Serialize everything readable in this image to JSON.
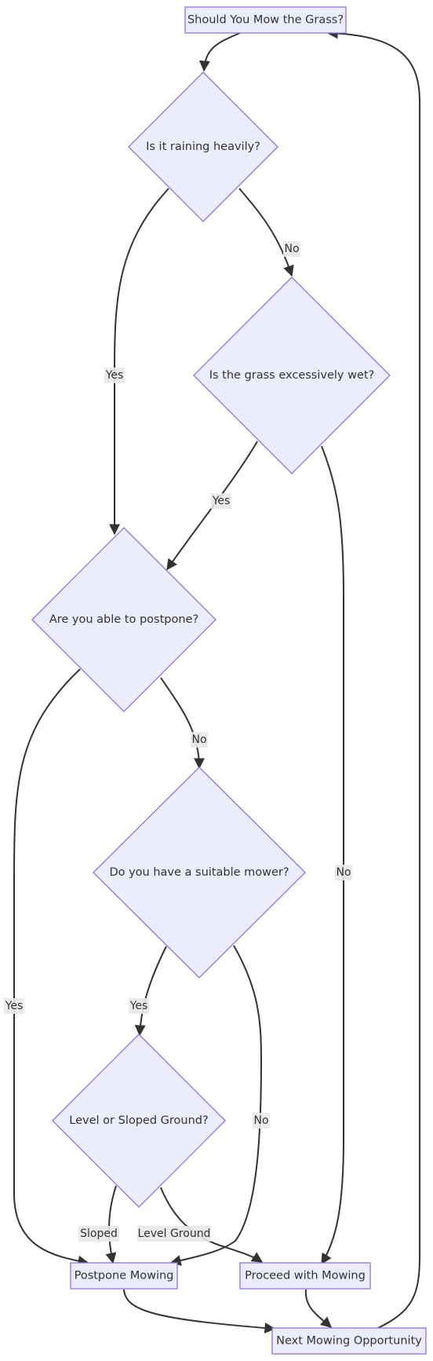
{
  "nodes": {
    "start": "Should You Mow the Grass?",
    "raining": "Is it raining heavily?",
    "wet": "Is the grass excessively wet?",
    "postpone_q": "Are you able to postpone?",
    "mower": "Do you have a suitable mower?",
    "ground": "Level or Sloped Ground?",
    "postpone": "Postpone Mowing",
    "proceed": "Proceed with Mowing",
    "next": "Next Mowing Opportunity"
  },
  "edges": {
    "raining_yes": "Yes",
    "raining_no": "No",
    "wet_yes": "Yes",
    "wet_no": "No",
    "postpone_yes": "Yes",
    "postpone_no": "No",
    "mower_yes": "Yes",
    "mower_no": "No",
    "sloped": "Sloped",
    "level": "Level Ground"
  },
  "colors": {
    "node_fill": "#ECECFF",
    "node_stroke": "#9370DB",
    "edge": "#333333",
    "label_bg": "#E8E8E8"
  }
}
